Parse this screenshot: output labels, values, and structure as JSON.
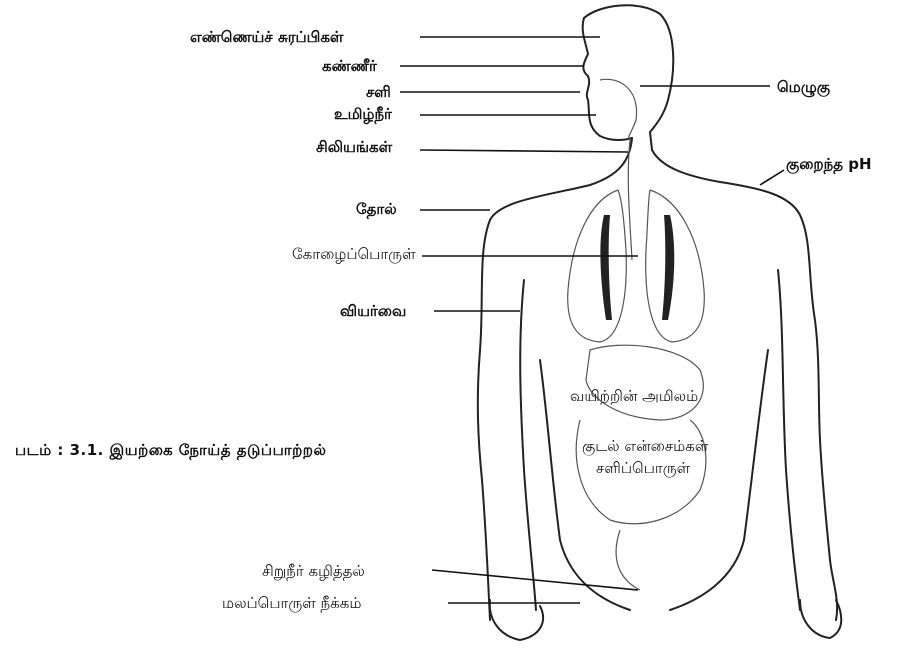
{
  "labels": {
    "oil_glands": "எண்ணெய்ச் சுரப்பிகள்",
    "tears": "கண்ணீர்",
    "mucus": "சளி",
    "saliva": "உமிழ்நீர்",
    "cilia": "சிலியங்கள்",
    "skin": "தோல்",
    "mucous_matter": "கோழைப்பொருள்",
    "sweat": "வியர்வை",
    "wax": "மெழுகு",
    "low_ph": "குறைந்த pH",
    "stomach_acid": "வயிற்றின் அமிலம்",
    "intestinal_enzymes": "குடல் என்சைம்கள்",
    "mucus_matter2": "சளிப்பொருள்",
    "urination": "சிறுநீர் கழித்தல்",
    "excretion": "மலப்பொருள் நீக்கம்"
  },
  "caption": "படம் : 3.1. இயற்கை நோய்த் தடுப்பாற்றல்"
}
